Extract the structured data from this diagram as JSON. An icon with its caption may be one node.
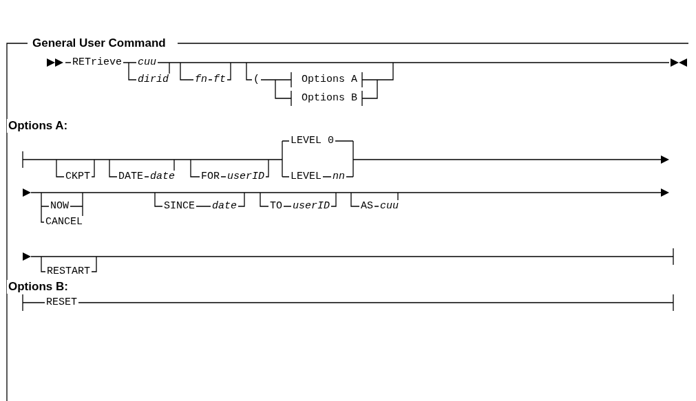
{
  "diagram": {
    "title": "General User Command",
    "labels": [
      "RETrieve",
      "cuu",
      "dirid",
      "fn",
      "ft",
      "(",
      "Options A",
      "Options B",
      "Options A:",
      "LEVEL 0",
      "CKPT",
      "DATE",
      "date",
      "FOR",
      "userID",
      "LEVEL",
      "nn",
      "NOW",
      "SINCE",
      "date",
      "TO",
      "userID",
      "AS",
      "cuu",
      "CANCEL",
      "RESTART",
      "Options B:",
      "RESET"
    ]
  }
}
